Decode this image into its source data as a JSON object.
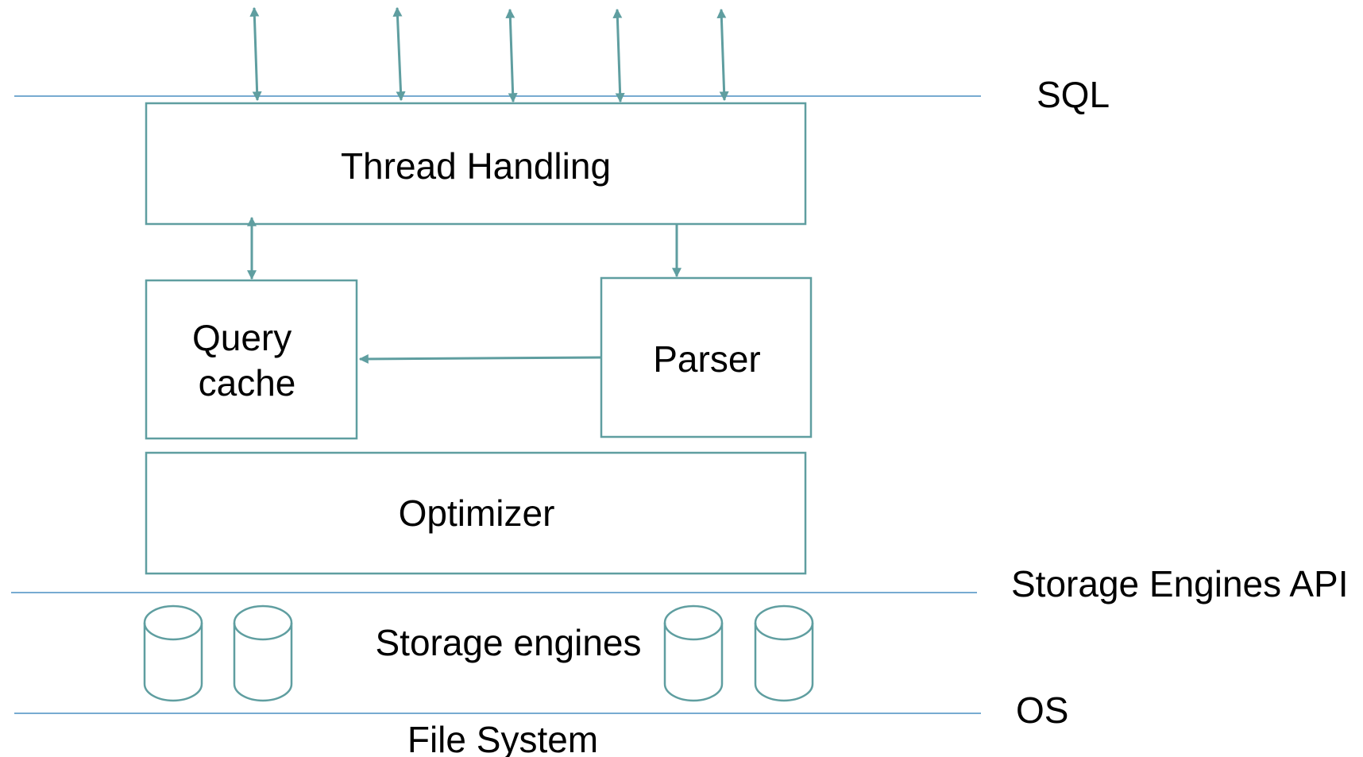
{
  "layers": {
    "sql": "SQL",
    "storage_engines_api": "Storage Engines API",
    "os": "OS",
    "file_system": "File System"
  },
  "components": {
    "thread_handling": "Thread Handling",
    "query_cache_line1": "Query",
    "query_cache_line2": "cache",
    "parser": "Parser",
    "optimizer": "Optimizer",
    "storage_engines": "Storage engines"
  },
  "colors": {
    "stroke": "#5f9ea0",
    "layer_line": "#4a8fc2",
    "text": "#000000",
    "background": "#ffffff"
  }
}
